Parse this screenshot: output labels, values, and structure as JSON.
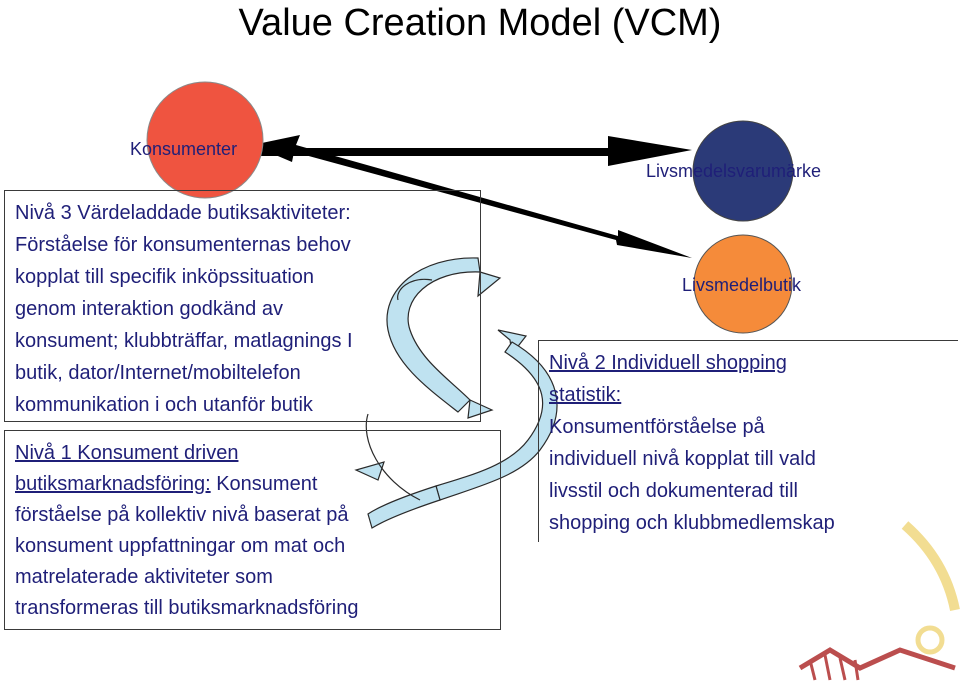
{
  "title": "Value Creation Model (VCM)",
  "colors": {
    "consumer_circle": "#ef5440",
    "brand_circle": "#2b3a78",
    "store_circle": "#f58b3a",
    "text": "#1f1f78",
    "arrow_fill": "#bfe2f0"
  },
  "labels": {
    "konsumenter": "Konsumenter",
    "livsmedelsvarumarke": "Livsmedelsvarumärke",
    "livsmedelbutik": "Livsmedelbutik"
  },
  "level3": {
    "heading": "Nivå 3 Värdeladdade butiksaktiviteter:",
    "lines": [
      "Förståelse för konsumenternas behov",
      "kopplat till specifik inköpssituation",
      "genom interaktion godkänd av",
      "konsument; klubbträffar, matlagnings I",
      "butik, dator/Internet/mobiltelefon",
      "kommunikation i och utanför butik"
    ]
  },
  "level1": {
    "heading_line1": "Nivå 1 Konsument driven",
    "heading_line2": "butiksmarknadsföring:",
    "heading_rest": " Konsument",
    "lines": [
      "förståelse på kollektiv nivå baserat på",
      "konsument uppfattningar om mat och",
      "matrelaterade aktiviteter som",
      "transformeras till butiksmarknadsföring"
    ]
  },
  "level2": {
    "heading_line1": "Nivå 2 Individuell shopping",
    "heading_line2": "statistik:",
    "lines": [
      "Konsumentförståelse på",
      "individuell nivå kopplat till vald",
      "livsstil och dokumenterad till",
      "shopping och klubbmedlemskap"
    ]
  }
}
